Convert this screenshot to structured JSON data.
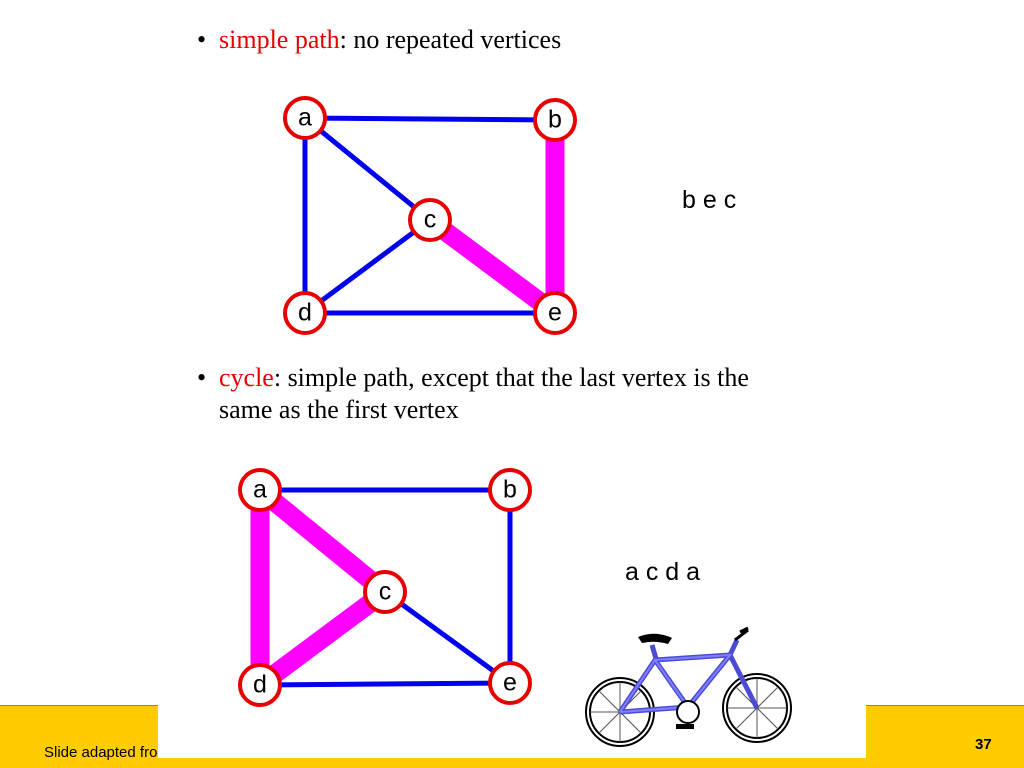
{
  "bullet1": {
    "term": "simple path",
    "definition": ":  no repeated vertices"
  },
  "bullet2": {
    "term": "cycle",
    "definition_line1": ":   simple path, except that the last vertex is the",
    "definition_line2": "same as the first vertex"
  },
  "graph1": {
    "nodes": [
      "a",
      "b",
      "c",
      "d",
      "e"
    ],
    "edges": [
      [
        "a",
        "b"
      ],
      [
        "a",
        "d"
      ],
      [
        "a",
        "c"
      ],
      [
        "c",
        "d"
      ],
      [
        "d",
        "e"
      ],
      [
        "c",
        "e"
      ],
      [
        "b",
        "e"
      ]
    ],
    "highlighted_path": [
      "b",
      "e",
      "c"
    ],
    "path_label": "b e c"
  },
  "graph2": {
    "nodes": [
      "a",
      "b",
      "c",
      "d",
      "e"
    ],
    "edges": [
      [
        "a",
        "b"
      ],
      [
        "b",
        "e"
      ],
      [
        "a",
        "c"
      ],
      [
        "a",
        "d"
      ],
      [
        "c",
        "d"
      ],
      [
        "c",
        "e"
      ],
      [
        "d",
        "e"
      ]
    ],
    "highlighted_path": [
      "a",
      "c",
      "d",
      "a"
    ],
    "path_label": "a c d a"
  },
  "colors": {
    "edge": "#0000ee",
    "highlight": "#ff00ff",
    "node_border": "#e60000",
    "term": "#e60000",
    "footer": "#FFCC00"
  },
  "footer": {
    "credit": "Slide adapted from Goodrich & Tamassia",
    "slide_number": "37"
  },
  "illustration": "bicycle-icon"
}
